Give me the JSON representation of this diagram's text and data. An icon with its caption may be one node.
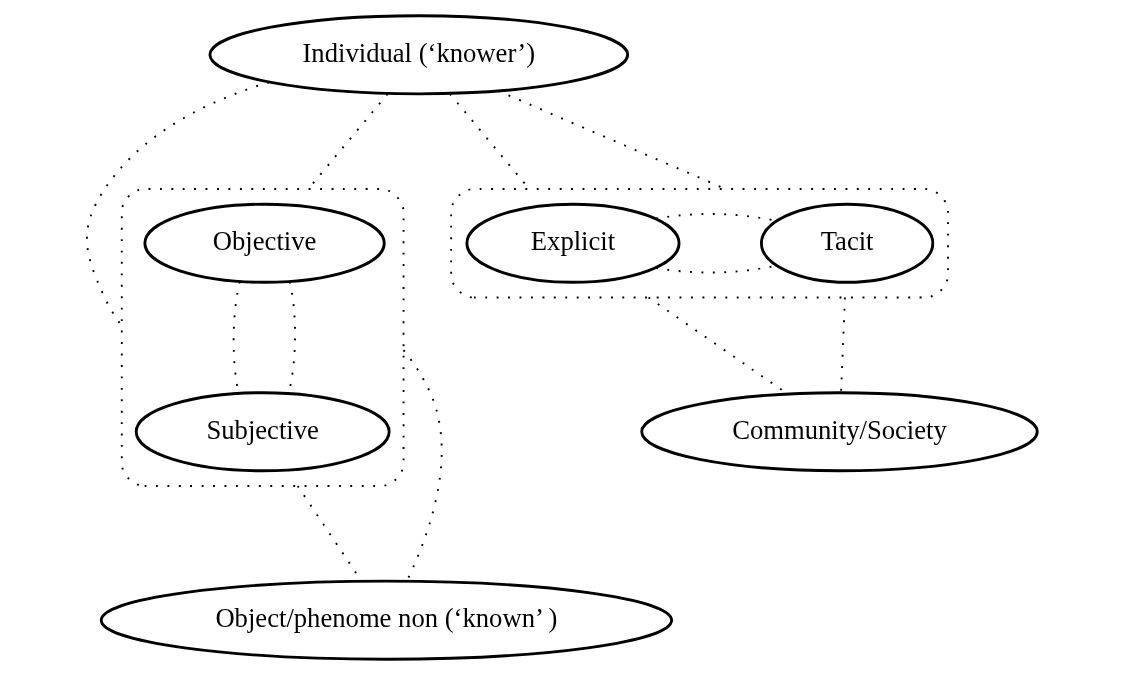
{
  "diagram": {
    "nodes": [
      {
        "text": [
          "Individual (‘knower’)"
        ]
      },
      {
        "text": [],
        "shape": "ellipse"
      },
      {
        "text": [
          "Objective"
        ],
        "in": 1
      },
      {
        "text": [
          "Subjective"
        ],
        "in": 1
      },
      {
        "text": [
          "Object/phenome non (‘known’ )"
        ]
      },
      {
        "text": [],
        "shape": "ellipse"
      },
      {
        "text": [
          "Explicit"
        ],
        "in": 5
      },
      {
        "text": [
          "Tacit"
        ],
        "in": 5
      },
      {
        "text": [
          "Community/Society"
        ]
      }
    ],
    "edges": [
      {
        "from": 0,
        "to": 1,
        "arrow": "none",
        "style": "dashed"
      },
      {
        "from": 0,
        "to": 1,
        "arrow": "none",
        "style": "dashed"
      },
      {
        "from": 1,
        "to": 4,
        "arrow": "none",
        "style": "dashed"
      },
      {
        "from": 1,
        "to": 4,
        "arrow": "none",
        "style": "dashed"
      },
      {
        "from": 2,
        "to": 3,
        "arrow": "none",
        "style": "dashed"
      },
      {
        "from": 2,
        "to": 3,
        "arrow": "none",
        "style": "dashed"
      },
      {
        "from": 0,
        "to": 5,
        "arrow": "none",
        "style": "dashed"
      },
      {
        "from": 0,
        "to": 5,
        "arrow": "none",
        "style": "dashed"
      },
      {
        "from": 6,
        "to": 7,
        "arrow": "none",
        "style": "dashed"
      },
      {
        "from": 6,
        "to": 7,
        "arrow": "none",
        "style": "dashed"
      },
      {
        "from": 5,
        "to": 8,
        "arrow": "none",
        "style": "dashed"
      },
      {
        "from": 5,
        "to": 8,
        "arrow": "none",
        "style": "dashed"
      }
    ]
  }
}
